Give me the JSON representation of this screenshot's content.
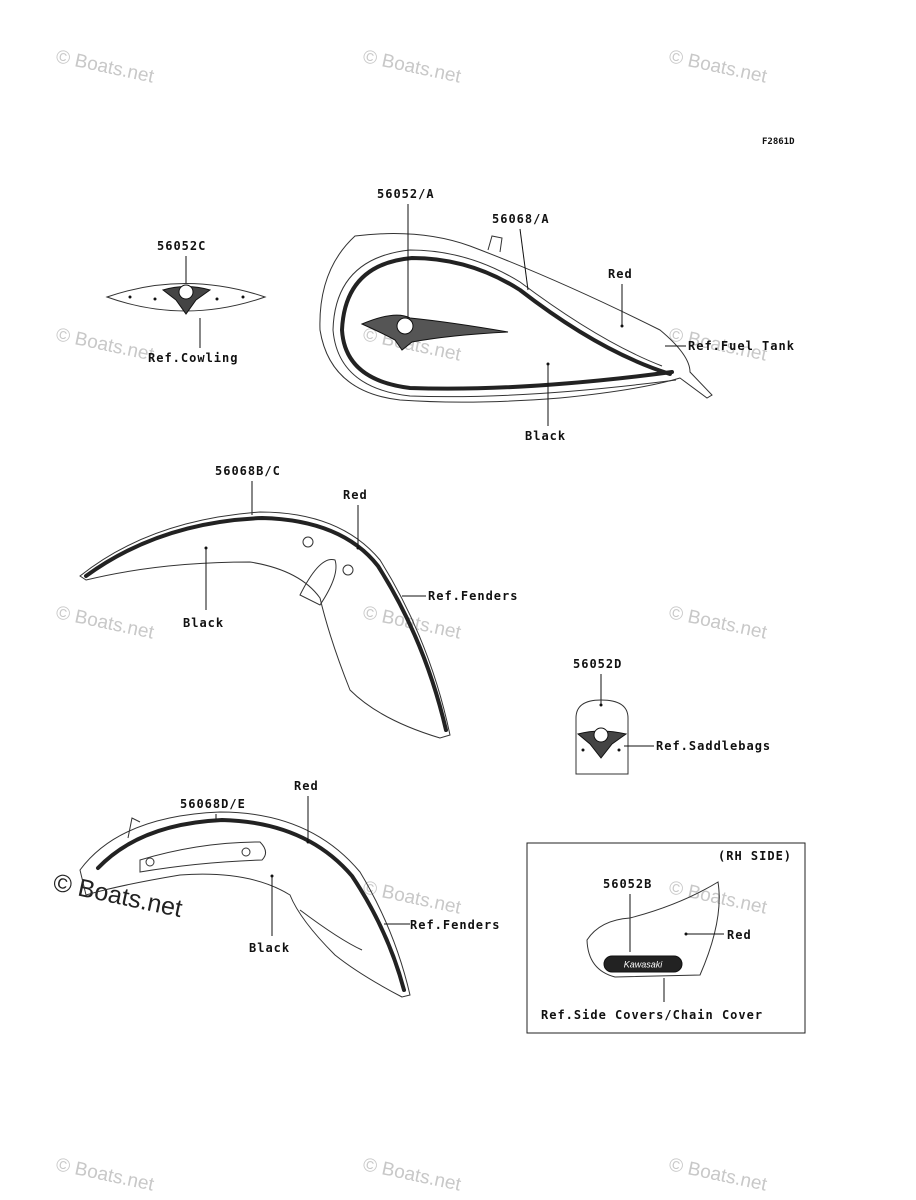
{
  "figure_code": "F2861D",
  "watermarks": {
    "text": "© Boats.net",
    "big_text": "© Boats.net"
  },
  "labels": {
    "cowling_part": "56052C",
    "cowling_ref": "Ref.Cowling",
    "tank_emblem_part": "56052/A",
    "tank_stripe_part": "56068/A",
    "tank_red": "Red",
    "tank_ref": "Ref.Fuel Tank",
    "tank_black": "Black",
    "front_fender_part": "56068B/C",
    "front_fender_red": "Red",
    "front_fender_ref": "Ref.Fenders",
    "front_fender_black": "Black",
    "saddlebag_part": "56052D",
    "saddlebag_ref": "Ref.Saddlebags",
    "rear_fender_part": "56068D/E",
    "rear_fender_red": "Red",
    "rear_fender_ref": "Ref.Fenders",
    "rear_fender_black": "Black",
    "side_cover_side": "(RH SIDE)",
    "side_cover_part": "56052B",
    "side_cover_red": "Red",
    "side_cover_badge": "Kawasaki",
    "side_cover_ref": "Ref.Side Covers/Chain Cover"
  },
  "colors": {
    "line": "#333333",
    "text": "#111111",
    "watermark": "#c8c8c8"
  }
}
